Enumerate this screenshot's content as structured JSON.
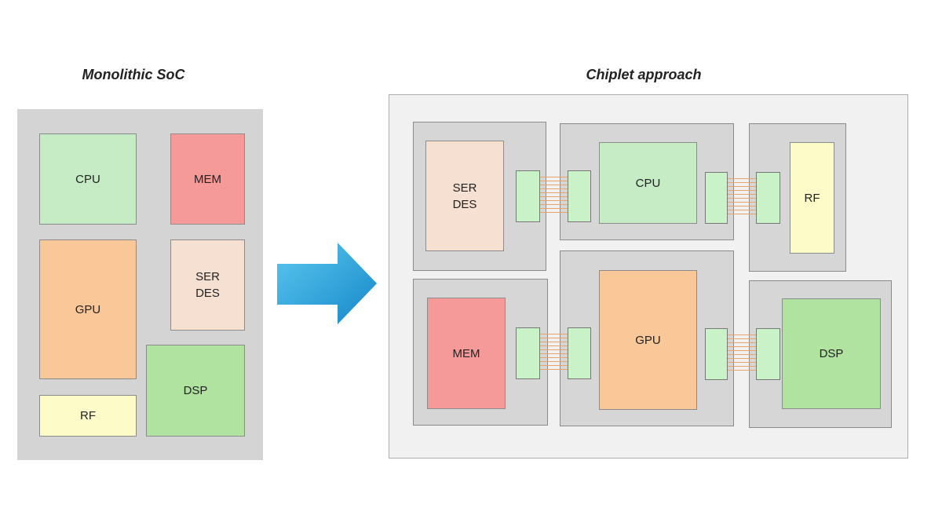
{
  "monolithic": {
    "title": "Monolithic SoC",
    "blocks": {
      "cpu": "CPU",
      "mem": "MEM",
      "gpu": "GPU",
      "serdes": "SER\nDES",
      "dsp": "DSP",
      "rf": "RF"
    }
  },
  "chiplet": {
    "title": "Chiplet approach",
    "blocks": {
      "serdes": "SER\nDES",
      "cpu": "CPU",
      "rf": "RF",
      "mem": "MEM",
      "gpu": "GPU",
      "dsp": "DSP"
    }
  },
  "colors": {
    "cpu": "#c6ecc6",
    "mem": "#f59a99",
    "gpu": "#fac898",
    "serdes": "#f6e0d2",
    "dsp": "#b0e2a0",
    "rf": "#fdfbc8",
    "phy": "#c9f2c9",
    "arrow": "#29a3dc"
  }
}
